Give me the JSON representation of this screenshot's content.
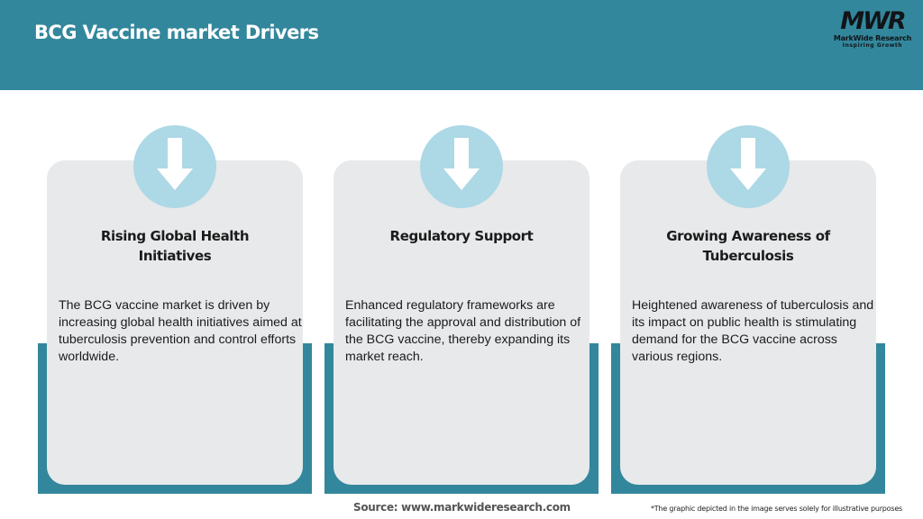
{
  "header": {
    "title": "BCG Vaccine market Drivers",
    "background_color": "#33879c"
  },
  "logo": {
    "mark": "MWR",
    "name": "MarkWide Research",
    "tagline": "Inspiring Growth"
  },
  "colors": {
    "accent_teal": "#33879c",
    "card_background": "#e7e9eb",
    "icon_circle": "#add8e6"
  },
  "cards": [
    {
      "icon": "arrow-down-icon",
      "title": "Rising Global Health Initiatives",
      "body": "The BCG vaccine market is driven by increasing global health initiatives aimed at tuberculosis prevention and control efforts worldwide."
    },
    {
      "icon": "arrow-down-icon",
      "title": "Regulatory Support",
      "body": "Enhanced regulatory frameworks are facilitating the approval and distribution of the BCG vaccine, thereby expanding its market reach."
    },
    {
      "icon": "arrow-down-icon",
      "title": "Growing Awareness of Tuberculosis",
      "body": "Heightened awareness of tuberculosis and its impact on public health is stimulating demand for the BCG vaccine across various regions."
    }
  ],
  "footer": {
    "source": "Source: www.markwideresearch.com",
    "disclaimer": "*The graphic depicted in the image serves solely for illustrative purposes"
  }
}
